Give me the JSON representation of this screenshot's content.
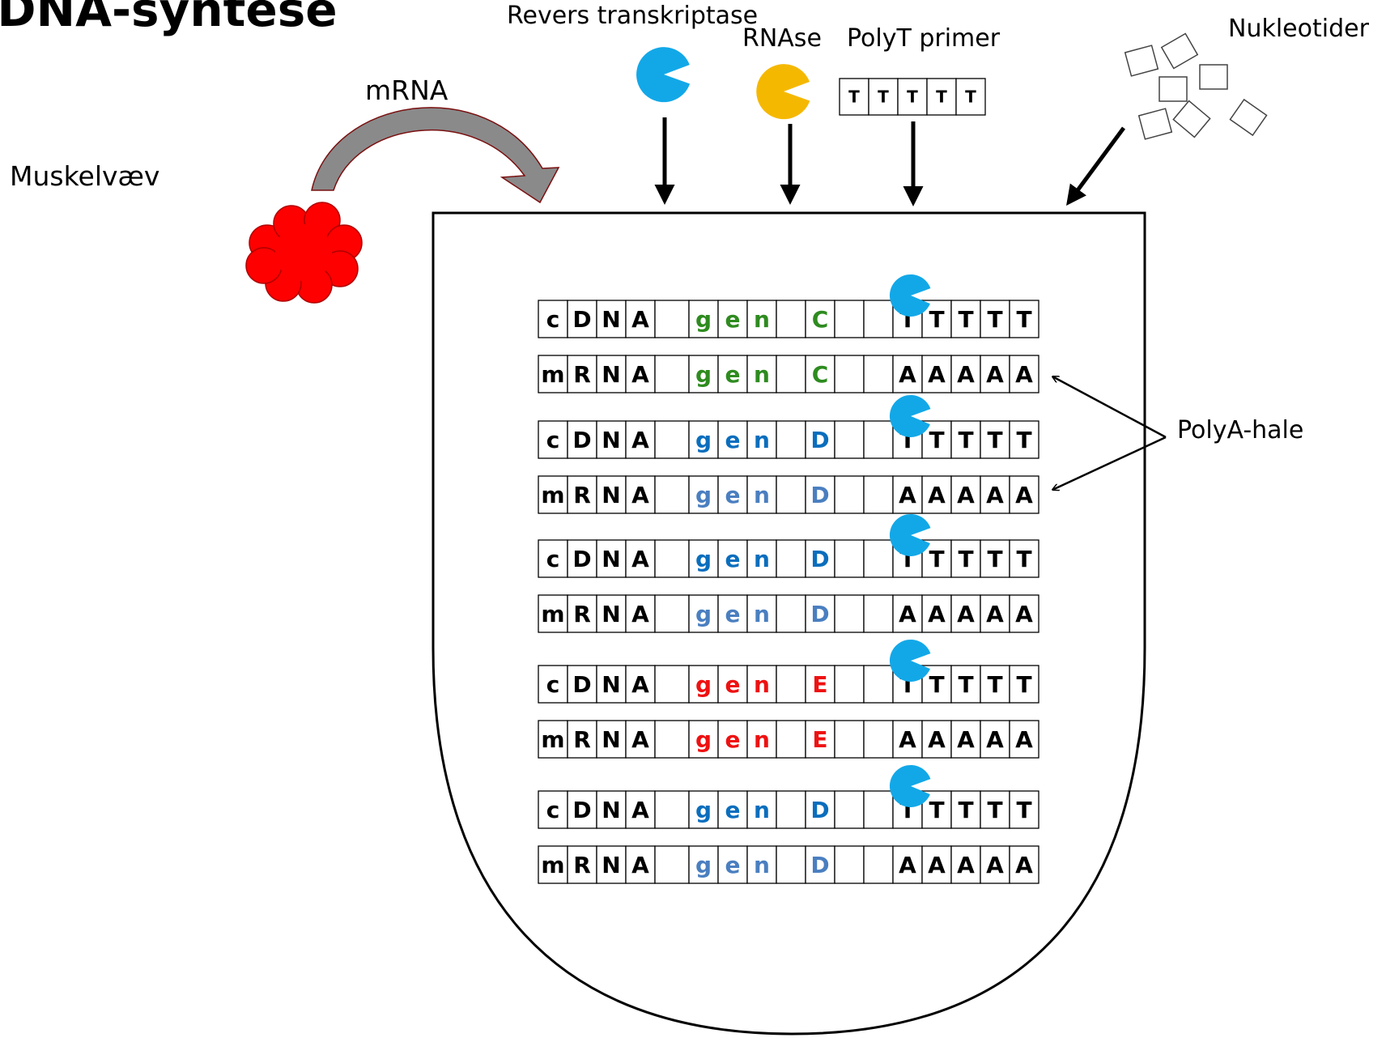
{
  "title": "cDNA-syntese",
  "labels": {
    "reverse_transcriptase": "Revers transkriptase",
    "rnase": "RNAse",
    "polyt_primer": "PolyT primer",
    "nucleotides": "Nukleotider",
    "mrna": "mRNA",
    "muscle_tissue": "Muskelvæv",
    "polya_tail": "PolyA-hale"
  },
  "polyt_primer_cells": [
    "T",
    "T",
    "T",
    "T",
    "T"
  ],
  "strand_pairs": [
    {
      "gene": "C",
      "gene_color": "#2e8b1f",
      "mrna_gene_color": "#2e8b1f"
    },
    {
      "gene": "D",
      "gene_color": "#0a6ebd",
      "mrna_gene_color": "#4a7fc0"
    },
    {
      "gene": "D",
      "gene_color": "#0a6ebd",
      "mrna_gene_color": "#4a7fc0"
    },
    {
      "gene": "E",
      "gene_color": "#ee1111",
      "mrna_gene_color": "#ee1111"
    },
    {
      "gene": "D",
      "gene_color": "#0a6ebd",
      "mrna_gene_color": "#4a7fc0"
    }
  ],
  "cdna_prefix": [
    "c",
    "D",
    "N",
    "A"
  ],
  "mrna_prefix": [
    "m",
    "R",
    "N",
    "A"
  ],
  "gene_word": [
    "g",
    "e",
    "n"
  ],
  "cdna_tail": [
    "T",
    "T",
    "T",
    "T",
    "T"
  ],
  "mrna_tail": [
    "A",
    "A",
    "A",
    "A",
    "A"
  ],
  "colors": {
    "reverse_transcriptase": "#12a8e8",
    "rnase": "#f5b800",
    "tissue": "#ff0000",
    "arrow_gray": "#8a8a8a"
  },
  "icons": [
    "reverse-transcriptase-icon",
    "rnase-icon",
    "nucleotide-icon",
    "muscle-tissue-icon",
    "curved-arrow-icon",
    "down-arrow-icon"
  ]
}
